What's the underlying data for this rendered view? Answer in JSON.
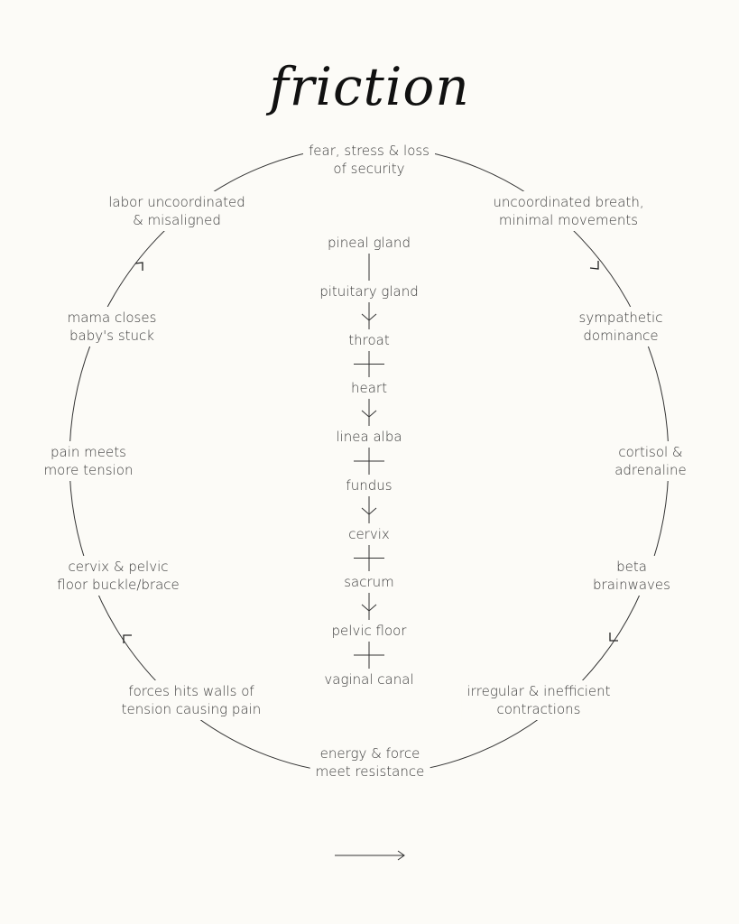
{
  "title": "friction",
  "cycle": [
    {
      "id": "fear",
      "lines": [
        "fear, stress & loss",
        "of security"
      ]
    },
    {
      "id": "breath",
      "lines": [
        "uncoordinated breath,",
        "minimal movements"
      ]
    },
    {
      "id": "sympathetic",
      "lines": [
        "sympathetic",
        "dominance"
      ]
    },
    {
      "id": "cortisol",
      "lines": [
        "cortisol &",
        "adrenaline"
      ]
    },
    {
      "id": "beta",
      "lines": [
        "beta",
        "brainwaves"
      ]
    },
    {
      "id": "contractions",
      "lines": [
        "irregular & inefficient",
        "contractions"
      ]
    },
    {
      "id": "energy",
      "lines": [
        "energy & force",
        "meet resistance"
      ]
    },
    {
      "id": "forces",
      "lines": [
        "forces hits walls of",
        "tension causing pain"
      ]
    },
    {
      "id": "cervix",
      "lines": [
        "cervix & pelvic",
        "floor buckle/brace"
      ]
    },
    {
      "id": "pain",
      "lines": [
        "pain meets",
        "more tension"
      ]
    },
    {
      "id": "mama",
      "lines": [
        "mama closes",
        "baby's stuck"
      ]
    },
    {
      "id": "labor",
      "lines": [
        "labor uncoordinated",
        "& misaligned"
      ]
    }
  ],
  "chain": [
    "pineal gland",
    "pituitary gland",
    "throat",
    "heart",
    "linea alba",
    "fundus",
    "cervix",
    "sacrum",
    "pelvic floor",
    "vaginal canal"
  ],
  "connectors": [
    "line",
    "arrow",
    "cross",
    "arrow",
    "cross",
    "arrow",
    "cross",
    "arrow",
    "cross"
  ],
  "colors": {
    "background": "#fcfbf7",
    "text": "#3b3b3b",
    "line": "#333333"
  }
}
